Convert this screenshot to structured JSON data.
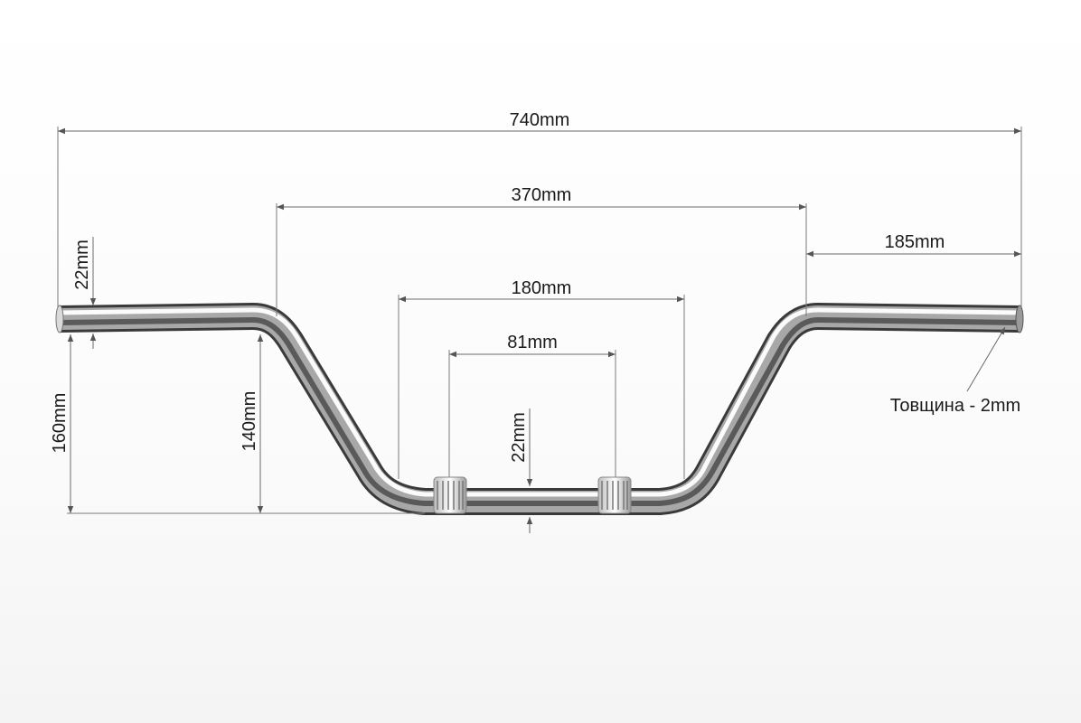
{
  "dimensions": {
    "overall_width": "740mm",
    "rise_width": "370mm",
    "end_section": "185mm",
    "center_section": "180mm",
    "clamp_width": "81mm",
    "end_diameter": "22mm",
    "center_diameter": "22mm",
    "total_height": "160mm",
    "rise_height": "140mm"
  },
  "note": {
    "thickness": "Товщина - 2mm"
  },
  "colors": {
    "chrome_dark": "#2a2a2a",
    "chrome_mid": "#9a9a9a",
    "chrome_light": "#f2f2f2",
    "dimension_line": "#6a6a6a"
  }
}
